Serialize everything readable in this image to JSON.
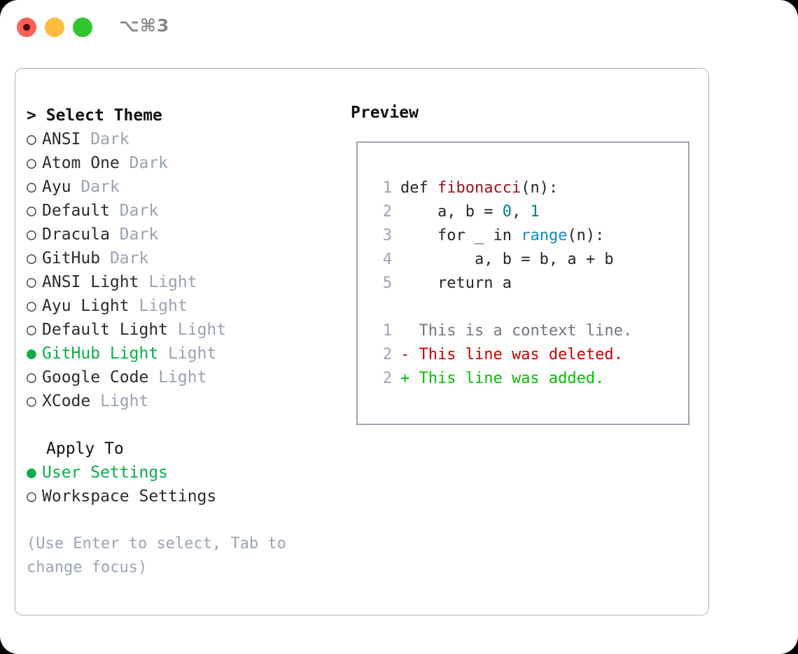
{
  "titlebar": {
    "shortcut": "⌥⌘3",
    "dots": [
      {
        "name": "close",
        "color": "#fc6058"
      },
      {
        "name": "minimize",
        "color": "#fdbc40"
      },
      {
        "name": "maximize",
        "color": "#2fc62f"
      }
    ]
  },
  "theme_picker": {
    "caret": ">",
    "title": "Select Theme",
    "bullet_off": "○",
    "bullet_on": "●",
    "items": [
      {
        "name": "ANSI",
        "tag": "Dark",
        "selected": false
      },
      {
        "name": "Atom One",
        "tag": "Dark",
        "selected": false
      },
      {
        "name": "Ayu",
        "tag": "Dark",
        "selected": false
      },
      {
        "name": "Default",
        "tag": "Dark",
        "selected": false
      },
      {
        "name": "Dracula",
        "tag": "Dark",
        "selected": false
      },
      {
        "name": "GitHub",
        "tag": "Dark",
        "selected": false
      },
      {
        "name": "ANSI Light",
        "tag": "Light",
        "selected": false
      },
      {
        "name": "Ayu Light",
        "tag": "Light",
        "selected": false
      },
      {
        "name": "Default Light",
        "tag": "Light",
        "selected": false
      },
      {
        "name": "GitHub Light",
        "tag": "Light",
        "selected": true
      },
      {
        "name": "Google Code",
        "tag": "Light",
        "selected": false
      },
      {
        "name": "XCode",
        "tag": "Light",
        "selected": false
      }
    ]
  },
  "apply_to": {
    "title": "Apply To",
    "items": [
      {
        "name": "User Settings",
        "selected": true
      },
      {
        "name": "Workspace Settings",
        "selected": false
      }
    ]
  },
  "hint": "(Use Enter to select, Tab to change focus)",
  "preview": {
    "title": "Preview",
    "code_lines": [
      {
        "num": "1",
        "indent": "",
        "parts": [
          {
            "text": "def ",
            "kind": "plain"
          },
          {
            "text": "fibonacci",
            "kind": "func"
          },
          {
            "text": "(n):",
            "kind": "plain"
          }
        ]
      },
      {
        "num": "2",
        "indent": "    ",
        "parts": [
          {
            "text": "a, b = ",
            "kind": "plain"
          },
          {
            "text": "0",
            "kind": "num"
          },
          {
            "text": ", ",
            "kind": "plain"
          },
          {
            "text": "1",
            "kind": "num"
          }
        ]
      },
      {
        "num": "3",
        "indent": "    ",
        "parts": [
          {
            "text": "for _ in ",
            "kind": "plain"
          },
          {
            "text": "range",
            "kind": "call"
          },
          {
            "text": "(n):",
            "kind": "plain"
          }
        ]
      },
      {
        "num": "4",
        "indent": "        ",
        "parts": [
          {
            "text": "a, b = b, a + b",
            "kind": "plain"
          }
        ]
      },
      {
        "num": "5",
        "indent": "    ",
        "parts": [
          {
            "text": "return a",
            "kind": "plain"
          }
        ]
      }
    ],
    "diff_lines": [
      {
        "num": "1",
        "marker": " ",
        "text": "This is a context line.",
        "kind": "ctx"
      },
      {
        "num": "2",
        "marker": "-",
        "text": "This line was deleted.",
        "kind": "del"
      },
      {
        "num": "2",
        "marker": "+",
        "text": "This line was added.",
        "kind": "add"
      }
    ]
  },
  "colors": {
    "accent_green": "#0bad47",
    "tag_muted": "#99a2b2",
    "diff_delete": "#cc0000",
    "diff_add": "#00c000",
    "syntax_function": "#9e1018",
    "syntax_number": "#007d85",
    "syntax_call": "#0b8cc4",
    "border": "#aab3c0"
  }
}
